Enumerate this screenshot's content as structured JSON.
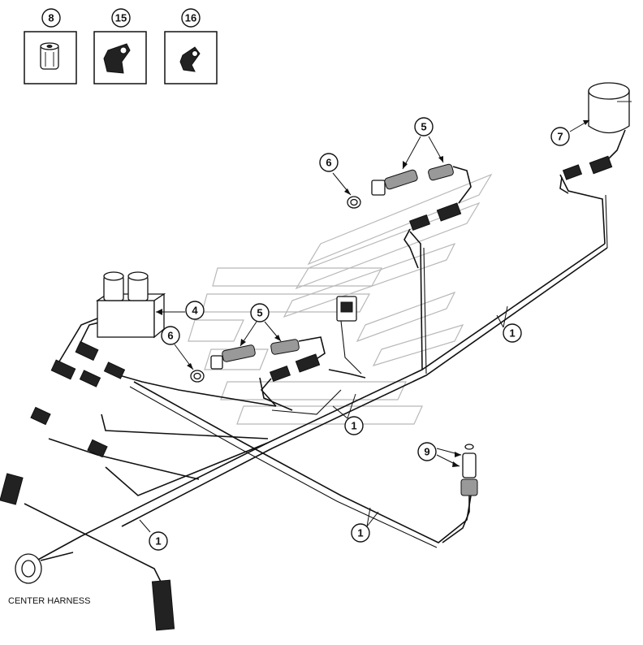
{
  "callouts": {
    "c8": "8",
    "c15": "15",
    "c16": "16",
    "c6a": "6",
    "c5a": "5",
    "c7": "7",
    "c4": "4",
    "c5b": "5",
    "c6b": "6",
    "c1a": "1",
    "c1b": "1",
    "c9": "9",
    "c1c": "1",
    "c1d": "1"
  },
  "labels": {
    "center_harness": "CENTER HARNESS"
  }
}
